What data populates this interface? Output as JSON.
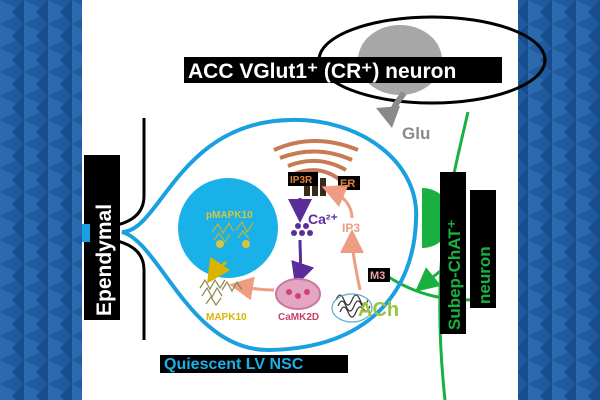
{
  "labels": {
    "acc_neuron": "ACC VGlut1⁺ (CR⁺) neuron",
    "glu": "Glu",
    "ependymal": "Ependymal",
    "subep_line1": "Subep-ChAT⁺",
    "subep_line2": "neuron",
    "pmapk10": "pMAPK10",
    "mapk10": "MAPK10",
    "ca": "Ca²⁺",
    "ip3r": "IP3R",
    "er": "ER",
    "ip3": "IP3",
    "m3": "M3",
    "ach": "ACh",
    "camk2d": "CaMK2D",
    "nsc": "Quiescent LV NSC"
  },
  "colors": {
    "side_panel": "#1f5a9e",
    "nsc_outline": "#1aa0e0",
    "nucleus": "#1ab0e8",
    "subep_neuron": "#1ab040",
    "ach_text": "#9cc43c",
    "acc_label_bg": "#000000",
    "er_fill": "#c77b52",
    "camk2d_fill": "#e3a5c2",
    "ca_text": "#5a2d98",
    "ip3_text": "#ef9c82"
  },
  "icons": [
    "glutamate-arrow-icon",
    "calcium-ion-icon",
    "protein-structure-icon",
    "receptor-icon"
  ]
}
